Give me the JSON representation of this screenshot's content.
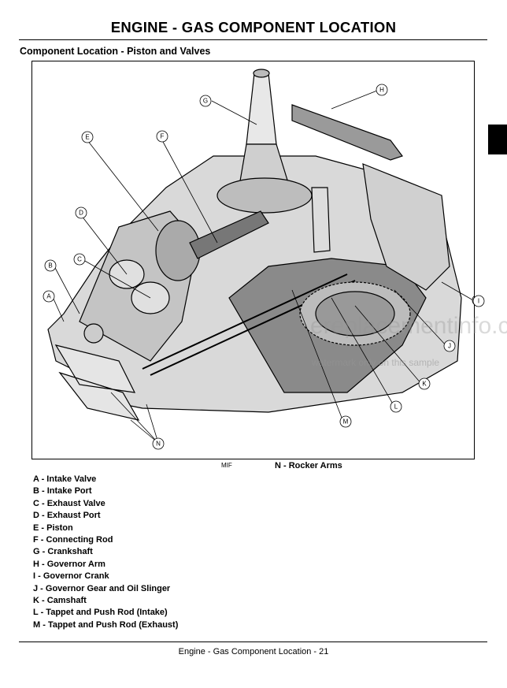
{
  "page": {
    "title": "ENGINE - GAS   COMPONENT LOCATION",
    "section_title": "Component Location - Piston and Valves",
    "figure_code": "MIF",
    "caption_n": "N - Rocker Arms",
    "footer": "Engine - Gas   Component Location  - 21"
  },
  "callouts": {
    "A": "A",
    "B": "B",
    "C": "C",
    "D": "D",
    "E": "E",
    "F": "F",
    "G": "G",
    "H": "H",
    "I": "I",
    "J": "J",
    "K": "K",
    "L": "L",
    "M": "M",
    "N": "N"
  },
  "legend": [
    "A - Intake Valve",
    "B - Intake Port",
    "C - Exhaust Valve",
    "D - Exhaust Port",
    "E - Piston",
    "F - Connecting Rod",
    "G - Crankshaft",
    "H - Governor Arm",
    "I  - Governor Crank",
    "J  - Governor Gear and Oil Slinger",
    "K - Camshaft",
    "L - Tappet and Push Rod (Intake)",
    "M - Tappet and Push Rod (Exhaust)"
  ],
  "watermark": {
    "site": "ereplacementinfo.com",
    "note": "watermark only on this sample"
  }
}
